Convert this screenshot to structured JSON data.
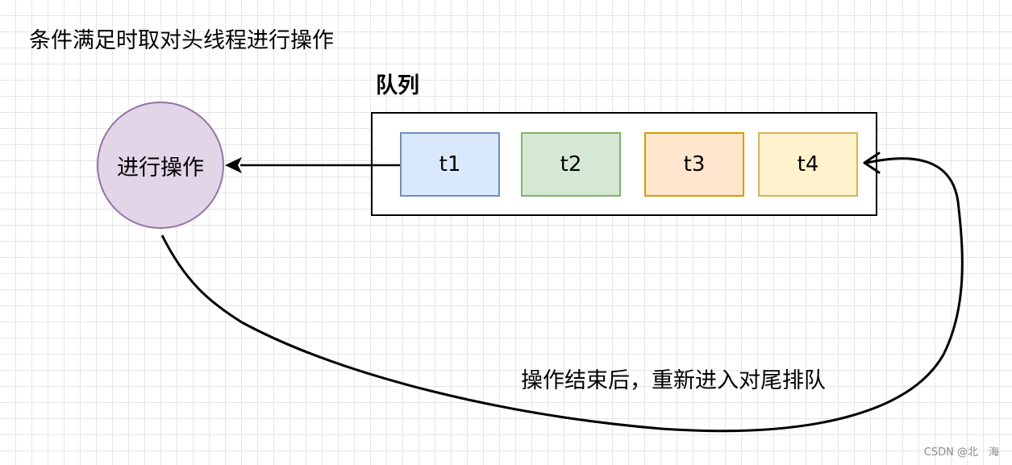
{
  "captions": {
    "top": "条件满足时取对头线程进行操作",
    "queue_title": "队列",
    "bottom": "操作结束后，重新进入对尾排队",
    "watermark": "CSDN @北　海"
  },
  "operation_node": {
    "label": "进行操作",
    "fill": "#e1d5e7",
    "stroke": "#9673a6"
  },
  "queue": {
    "items": [
      {
        "label": "t1",
        "fill": "#dae8fc",
        "stroke": "#6c8ebf"
      },
      {
        "label": "t2",
        "fill": "#d5e8d4",
        "stroke": "#82b366"
      },
      {
        "label": "t3",
        "fill": "#ffe6cc",
        "stroke": "#d79b00"
      },
      {
        "label": "t4",
        "fill": "#fff2cc",
        "stroke": "#d6b656"
      }
    ]
  }
}
